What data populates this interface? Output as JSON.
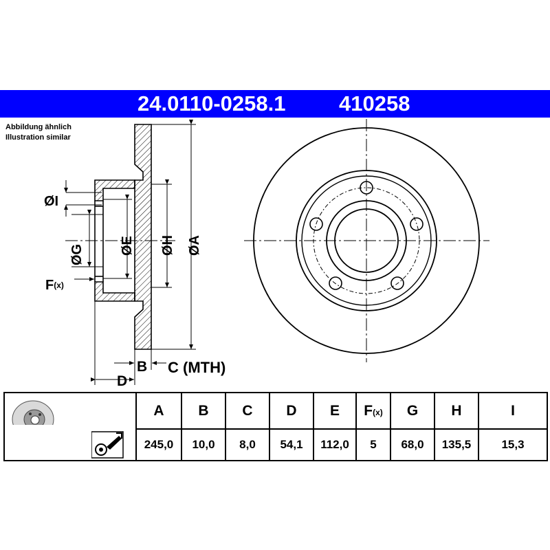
{
  "header": {
    "part_number": "24.0110-0258.1",
    "reference_number": "410258",
    "color": "#0000ff"
  },
  "note": {
    "line1": "Abbildung ähnlich",
    "line2": "Illustration similar"
  },
  "diagram": {
    "labels": {
      "I": "ØI",
      "G": "ØG",
      "E": "ØE",
      "H": "ØH",
      "A": "ØA",
      "F": "F",
      "F_sub": "(x)",
      "B": "B",
      "C": "C (MTH)",
      "D": "D"
    }
  },
  "specs": {
    "columns": [
      {
        "key": "A",
        "label": "A",
        "value": "245,0"
      },
      {
        "key": "B",
        "label": "B",
        "value": "10,0"
      },
      {
        "key": "C",
        "label": "C",
        "value": "8,0"
      },
      {
        "key": "D",
        "label": "D",
        "value": "54,1"
      },
      {
        "key": "E",
        "label": "E",
        "value": "112,0"
      },
      {
        "key": "F",
        "label": "F",
        "label_sub": "(x)",
        "value": "5"
      },
      {
        "key": "G",
        "label": "G",
        "value": "68,0"
      },
      {
        "key": "H",
        "label": "H",
        "value": "135,5"
      },
      {
        "key": "I",
        "label": "I",
        "value": "15,3"
      }
    ],
    "thumbnail_icon": "brake-disc-thumbnail-icon",
    "torque_icon": "torque-wrench-icon"
  }
}
